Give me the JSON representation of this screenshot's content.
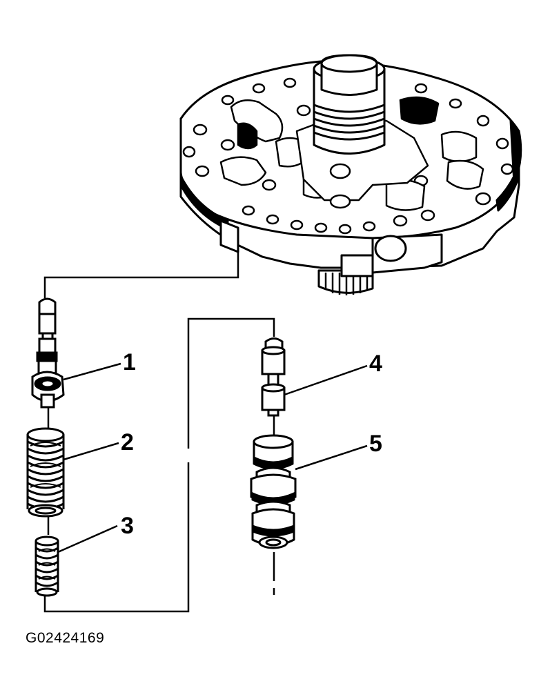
{
  "figure": {
    "id_label": "G02424169"
  },
  "callouts": [
    {
      "number": "1"
    },
    {
      "number": "2"
    },
    {
      "number": "3"
    },
    {
      "number": "4"
    },
    {
      "number": "5"
    }
  ]
}
